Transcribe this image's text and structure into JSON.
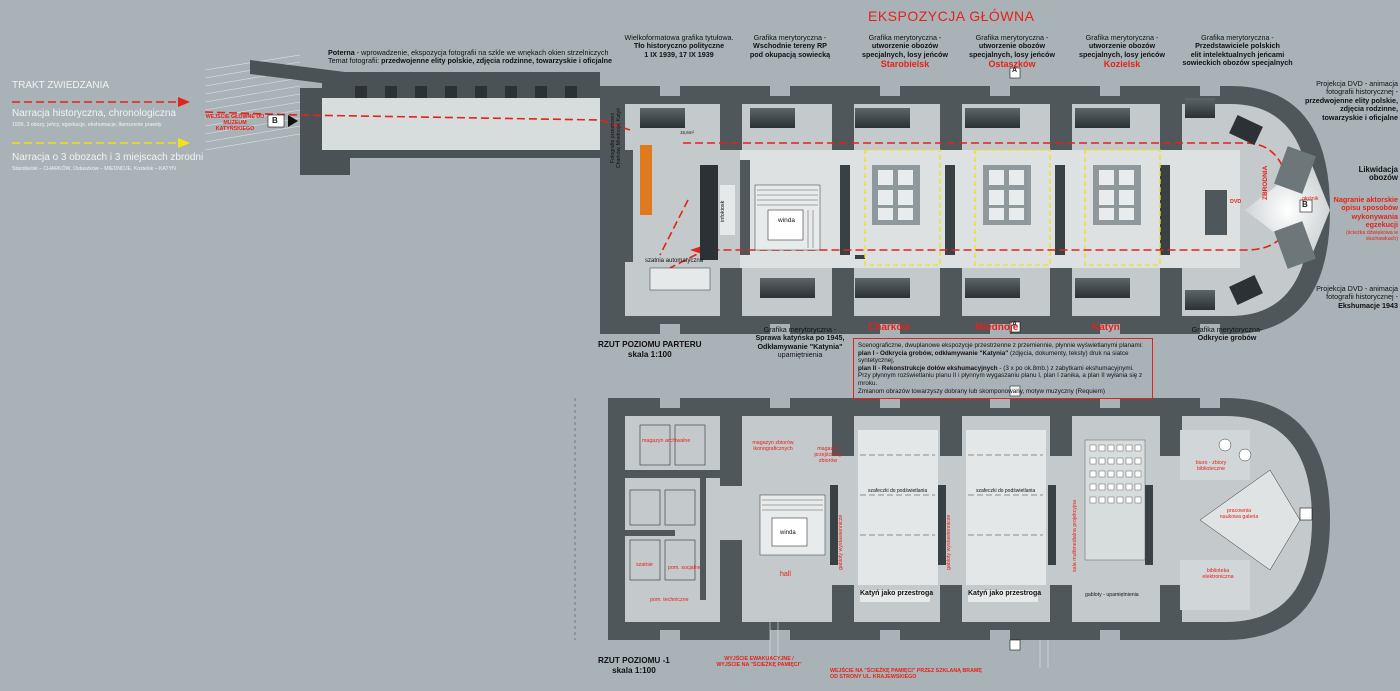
{
  "title": "EKSPOZYCJA GŁÓWNA",
  "legend": {
    "heading": "TRAKT ZWIEDZANIA",
    "red_line": "Narracja historyczna, chronologiczna",
    "red_sub": "1939, 3 obozy, jeńcy, egzekucje, ekshumacje, tłamszenie prawdy",
    "yellow_line": "Narracja o 3 obozach i 3 miejscach zbrodni",
    "yellow_sub": "Starobielsk – CHARKÓW, Ostaszków – MIEDNOJE, Kozielsk – KATYŃ",
    "colors": {
      "red": "#e4221a",
      "yellow": "#f2e01a"
    }
  },
  "main_entrance": "WEJŚCIE GŁÓWNE DO MUZEUM KATYŃSKIEGO",
  "section_marks": {
    "b": "B",
    "a": "A"
  },
  "top_labels": {
    "poterna_bold": "Poterna",
    "poterna_text": " - wprowadzenie, ekspozycja fotografii na szkle we wnękach okien strzelniczych",
    "poterna_theme": "Temat fotografii: ",
    "poterna_theme_bold": "przedwojenne elity polskie, zdjęcia rodzinne, towarzyskie i oficjalne",
    "wielko_1": "Wielkoformatowa grafika tytułowa.",
    "wielko_2": "Tło historyczno polityczne",
    "wielko_3": "1 IX 1939, 17 IX 1939",
    "graf_wsch_1": "Grafika merytoryczna -",
    "graf_wsch_2": "Wschodnie tereny RP",
    "graf_wsch_3": "pod okupacją sowiecką",
    "oboz_1": "Grafika merytoryczna -",
    "oboz_2": "utworzenie obozów",
    "oboz_3": "specjalnych, losy jeńców",
    "camp_1": "Starobielsk",
    "camp_2": "Ostaszków",
    "camp_3": "Kozielsk",
    "przed_1": "Grafika merytoryczna -",
    "przed_2": "Przedstawiciele polskich",
    "przed_3": "elit intelektualnych jeńcami",
    "przed_4": "sowieckich obozów specjalnych"
  },
  "right_labels": {
    "dvd1_1": "Projekcja DVD - animacja",
    "dvd1_2": "fotografii historycznej -",
    "dvd1_3": "przedwojenne elity polskie,",
    "dvd1_4": "zdjęcia rodzinne,",
    "dvd1_5": "towarzyskie i oficjalne",
    "likw_1": "Likwidacja",
    "likw_2": "obozów",
    "nagr_1": "Nagranie aktorskie",
    "nagr_2": "opisu sposobów",
    "nagr_3": "wykonywania",
    "nagr_4": "egzekucji",
    "nagr_5": "(ścieżka dźwiękowa w słuchawkach)",
    "dvd2_1": "Projekcja DVD - animacja",
    "dvd2_2": "fotografii historycznej -",
    "dvd2_3": "Ekshumacje 1943",
    "odkr_1": "Grafika merytoryczna-",
    "odkr_2": "Odkrycie grobów",
    "zbrodnia": "ZBRODNIA",
    "glosnik": "głośnik",
    "dvd": "DVD"
  },
  "bottom_labels": {
    "sprawa_1": "Grafika merytoryczna -",
    "sprawa_2": "Sprawa katyńska po 1945,",
    "sprawa_3": "Odkłamywanie \"Katynia\"",
    "sprawa_4": "upamiętnienia",
    "place_1": "Charków",
    "place_2": "Miednoje",
    "place_3": "Katyń"
  },
  "plan_labels": {
    "foto_1": "Fotografie przestrzeni",
    "foto_2": "Charków, Miednoje, Katyń",
    "winda": "winda",
    "szatnia": "szatnia automatyczna",
    "infokiosk": "infokiosk",
    "area_left": "15,6m²"
  },
  "note": {
    "l1": "Scenograficzne, dwuplanowe ekspozycje przestrzenne z przemiennie, płynnie wyświetlanymi planami:",
    "l2a": "plan I - Odkrycia grobów, odkłamywanie \"Katynia\"",
    "l2b": " (zdjęcia, dokumenty, teksty) druk na siatce syntetycznej,",
    "l3a": "plan II - Rekonstrukcje dołów  ekshumacyjnych",
    "l3b": " - (3 x po ok.8mb.) z zabytkami ekshumacyjnymi.",
    "l4": "Przy płynnym rozświetlaniu planu II i płynnym wygaszaniu planu I, plan I zanika, a plan II wyłania się z mroku.",
    "l5": "Zmianom obrazów towarzyszy dobrany lub skomponowany, motyw muzyczny (Requiem)"
  },
  "scales": {
    "ground_1": "RZUT POZIOMU PARTERU",
    "ground_2": "skala 1:100",
    "lower_1": "RZUT POZIOMU -1",
    "lower_2": "skala 1:100"
  },
  "lower": {
    "mag_arch": "magazyn archiwalne",
    "mag_zb": "magazyn zbiorów ikonograficznych",
    "mag_przej": "magazyn przejściowy zbiorów",
    "hall": "hall",
    "winda": "winda",
    "zapl_1": "szatnie",
    "zapl_2": "pom. socjalne",
    "pom_tech": "pom. techniczne",
    "szaf1": "szafeczki do podświetlania",
    "szaf2": "szafeczki do podświetlania",
    "katyn_1": "Katyń jako przestroga",
    "katyn_2": "Katyń jako przestroga",
    "gablota1": "gabloty wystawiennicze",
    "gablota2": "gabloty wystawiennicze",
    "gablota3": "gabloty - upamiętnienia",
    "sala": "sala multimedialna projekcyjna",
    "biuro": "biuro - zbiory biblioteczne",
    "biblio": "biblioteka elektroniczna",
    "prac": "pracownia naukowa galeria",
    "wyjscie_1": "WYJŚCIE EWAKUACYJNE /",
    "wyjscie_2": "WYJŚCIE NA \"ŚCIEŻKĘ PAMIĘCI\"",
    "wejscie_1": "WEJŚCIE NA \"ŚCIEŻKĘ PAMIĘCI\" PRZEZ SZKLANĄ BRAMĘ",
    "wejscie_2": "OD STRONY UL. KRAJEWSKIEGO"
  }
}
